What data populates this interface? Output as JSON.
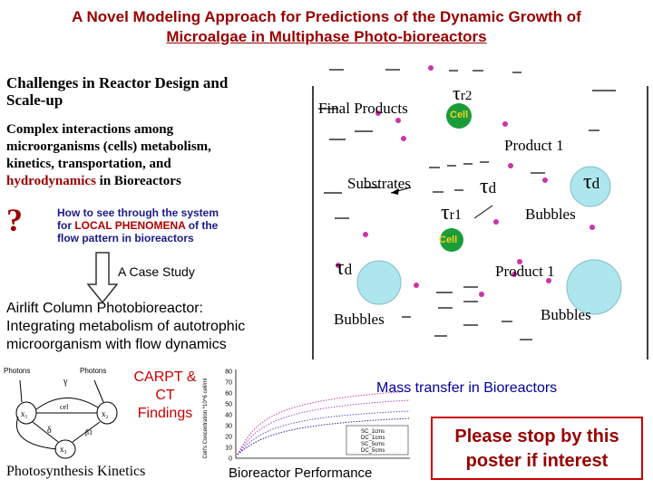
{
  "title": {
    "line1": "A Novel Modeling Approach for Predictions of the Dynamic Growth of",
    "line2": "Microalgae in Multiphase Photo-bioreactors"
  },
  "left": {
    "challenges_l1": "Challenges in Reactor Design and",
    "challenges_l2": "Scale-up",
    "complex_l1": "Complex interactions among",
    "complex_l2": "microorganisms (cells) metabolism,",
    "complex_l3": "kinetics, transportation, and",
    "complex_l4a": "hydrodynamics",
    "complex_l4b": " in Bioreactors",
    "question": "?",
    "see_l1": "How to see through the system",
    "see_l2a": "for ",
    "see_l2b": "LOCAL PHENOMENA",
    "see_l2c": " of the",
    "see_l3": "flow pattern in bioreactors",
    "case_study": "A Case Study",
    "airlift_l1": "Airlift Column Photobioreactor:",
    "airlift_l2": "Integrating metabolism of autotrophic",
    "airlift_l3": "microorganism with flow dynamics"
  },
  "reactor": {
    "final_products": "Final Products",
    "tau_r2": "τ",
    "tau_r2_sub": "r2",
    "cell": "Cell",
    "product1": "Product 1",
    "substrates": "Substrates",
    "tau_d": "τ",
    "tau_d_sub": "d",
    "tau_r1_sub": "r1",
    "bubbles": "Bubbles"
  },
  "bottom": {
    "carpt_l1": "CARPT &",
    "carpt_l2": "CT",
    "carpt_l3": "Findings",
    "photosynthesis": "Photosynthesis Kinetics",
    "bioperformance": "Bioreactor Performance",
    "mass_transfer": "Mass transfer in Bioreactors",
    "stop_l1": "Please stop by this",
    "stop_l2": "poster if interest"
  },
  "diagram": {
    "photons": "Photons",
    "gamma": "γ",
    "n1": "x₁",
    "n2": "x₂",
    "n3": "x₃",
    "cell": "cel",
    "delta": "δ",
    "beta1": "β1"
  },
  "mini_chart": {
    "ylabel": "Cell's Concentration *10^6 cell/ml",
    "yticks": [
      "80",
      "70",
      "60",
      "50",
      "40",
      "30",
      "20",
      "10",
      "0"
    ],
    "legend": [
      "SC_1cms",
      "DC_1cms",
      "SC_5cms",
      "DC_5cms"
    ]
  },
  "colors": {
    "title_red": "#990000",
    "bubble_fill": "#aee6ee",
    "cell_fill": "#1a9c3a",
    "stop_border": "#cc0000"
  }
}
